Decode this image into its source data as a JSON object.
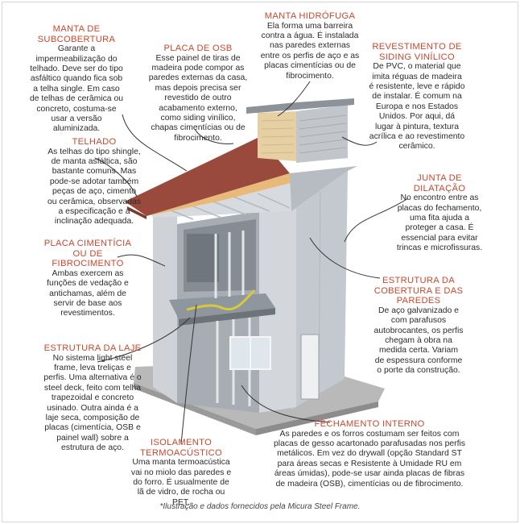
{
  "colors": {
    "accent": "#c8482e",
    "text": "#2b2b2b",
    "leader": "#333333"
  },
  "labels": {
    "manta_subcobertura": {
      "title": "MANTA DE SUBCOBERTURA",
      "body": "Garante a impermeabilização do telhado. Deve ser do tipo asfáltico quando fica sob a telha single. Em caso de telhas de cerâmica ou concreto, costuma-se usar a versão aluminizada."
    },
    "placa_osb": {
      "title": "PLACA DE OSB",
      "body": "Esse painel de tiras de madeira pode compor as paredes externas da casa, mas depois precisa ser revestido de outro acabamento externo, como siding vinílico, chapas cimentícias ou de fibrocimento."
    },
    "manta_hidrofuga": {
      "title": "MANTA HIDRÓFUGA",
      "body": "Ela forma uma barreira contra a água. É instalada nas paredes externas entre os perfis de aço e as placas cimentícias ou de fibrocimento."
    },
    "revestimento_siding": {
      "title": "REVESTIMENTO DE SIDING VINÍLICO",
      "body": "De PVC, o material que imita réguas de madeira é resistente, leve e rápido de instalar. É comum na Europa e nos Estados Unidos. Por aqui, dá lugar à pintura, textura acrílica e ao revestimento cerâmico."
    },
    "telhado": {
      "title": "TELHADO",
      "body": "As telhas do tipo shingle, de manta asfáltica, são bastante comuns. Mas pode-se adotar também peças de aço, cimento ou cerâmica, observadas a especificação e a inclinação adequada."
    },
    "junta_dilatacao": {
      "title": "JUNTA DE DILATAÇÃO",
      "body": "No encontro entre as placas do fechamento, uma fita ajuda a proteger a casa. É essencial para evitar trincas e microfissuras."
    },
    "placa_cimenticia": {
      "title": "PLACA CIMENTÍCIA OU DE FIBROCIMENTO",
      "body": "Ambas exercem as funções de vedação e antichamas, além de servir de base aos revestimentos."
    },
    "estrutura_cobertura": {
      "title": "ESTRUTURA DA COBERTURA E DAS PAREDES",
      "body": "De aço galvanizado e com parafusos autobrocantes, os perfis chegam à obra na medida certa. Variam de espessura conforme o porte da construção."
    },
    "estrutura_laje": {
      "title": "ESTRUTURA DA LAJE",
      "body": "No sistema light steel frame, leva treliças e perfis. Uma alternativa é o steel deck, feito com telha trapezoidal e concreto usinado. Outra ainda é a laje seca, composição de placas (cimentícia, OSB e painel wall) sobre a estrutura de aço."
    },
    "isolamento": {
      "title": "ISOLAMENTO TERMOACÚSTICO",
      "body": "Uma manta termoacústica vai no miolo das paredes e do forro. É usualmente de lã de vidro, de rocha ou PET."
    },
    "fechamento_interno": {
      "title": "FECHAMENTO INTERNO",
      "body": "As paredes e os forros costumam ser feitos com placas de gesso acartonado parafusadas nos perfis metálicos. Em vez do drywall (opção Standard ST para áreas secas e Resistente à Umidade RU em áreas úmidas), pode-se usar ainda placas de fibras de madeira (OSB), cimentícias ou de fibrocimento."
    }
  },
  "credit": "*Ilustração e dados fornecidos pela Micura Steel Frame."
}
